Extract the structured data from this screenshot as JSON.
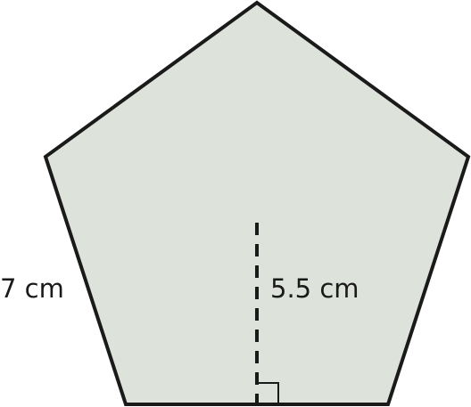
{
  "diagram": {
    "shape": "regular pentagon",
    "side_label": "7 cm",
    "apothem_label": "5.5 cm",
    "colors": {
      "fill": "#dde2da",
      "stroke": "#1a1a1a",
      "text": "#1a1a1a"
    }
  }
}
